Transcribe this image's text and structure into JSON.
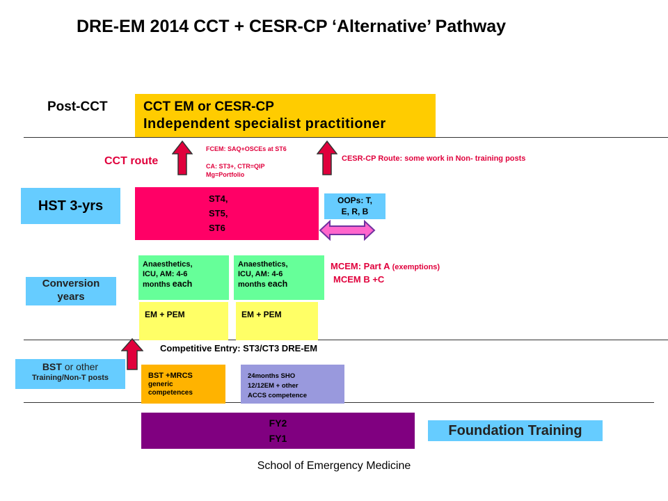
{
  "title": "DRE-EM 2014 CCT + CESR-CP ‘Alternative’ Pathway",
  "post_cct": {
    "label": "Post-CCT",
    "box_line1": "CCT EM or CESR-CP",
    "box_line2": "Independent specialist practitioner"
  },
  "routes": {
    "cct_route": "CCT route",
    "fcem_note": "FCEM: SAQ+OSCEs at ST6",
    "ca_note_1": "CA: ST3+, CTR=QIP",
    "ca_note_2": "Mg=Portfolio",
    "cesr_route": "CESR-CP Route: some work in Non- training posts"
  },
  "hst": {
    "label": "HST 3-yrs",
    "st_lines": [
      "ST4,",
      "ST5,",
      "ST6"
    ],
    "oops_line1": "OOPs: T,",
    "oops_line2": "E, R, B"
  },
  "conversion": {
    "label_line1": "Conversion",
    "label_line2": "years",
    "anaes_line1": "Anaesthetics,",
    "anaes_line2": "ICU, AM: 4-6",
    "anaes_line3": "months",
    "anaes_each": "each",
    "em_pem": "EM + PEM",
    "mcem_a": "MCEM: Part A",
    "mcem_a_note": "(exemptions)",
    "mcem_b": "MCEM B +C"
  },
  "entry": {
    "competitive": "Competitive Entry: ST3/CT3 DRE-EM"
  },
  "bst": {
    "label_bold": "BST",
    "label_rest": "or other",
    "label_line2": "Training/Non-T posts",
    "box_line1": "BST +MRCS",
    "box_line2": "generic",
    "box_line3": "competences",
    "sho_line1": "24months SHO",
    "sho_line2": "12/12EM + other",
    "sho_line3": "ACCS competence"
  },
  "foundation": {
    "fy2": "FY2",
    "fy1": "FY1",
    "label": "Foundation Training"
  },
  "footer": "School of Emergency Medicine",
  "colors": {
    "gold": "#ffcc00",
    "magenta": "#ff0066",
    "light_blue": "#66ccff",
    "green": "#66ff99",
    "yellow": "#ffff66",
    "orange": "#ffb300",
    "lavender": "#9999dd",
    "purple": "#800080",
    "red_text": "#e0003c",
    "double_arrow_fill": "#ff66cc",
    "double_arrow_stroke": "#7030a0"
  }
}
